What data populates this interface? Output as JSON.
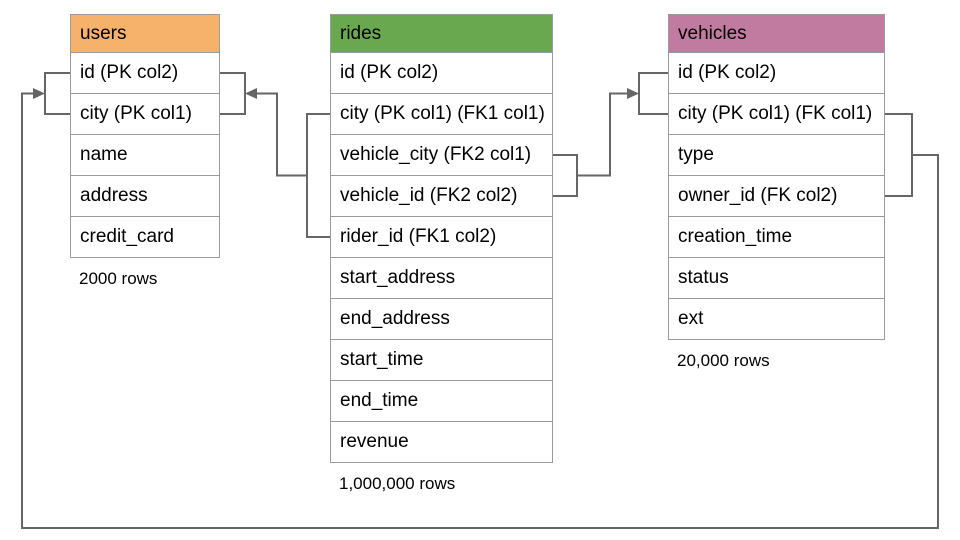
{
  "diagram": {
    "tables": {
      "users": {
        "title": "users",
        "columns": [
          "id (PK col2)",
          "city (PK col1)",
          "name",
          "address",
          "credit_card"
        ],
        "row_count_label": "2000 rows"
      },
      "rides": {
        "title": "rides",
        "columns": [
          "id (PK col2)",
          "city (PK col1) (FK1 col1)",
          "vehicle_city (FK2 col1)",
          "vehicle_id (FK2 col2)",
          "rider_id (FK1 col2)",
          "start_address",
          "end_address",
          "start_time",
          "end_time",
          "revenue"
        ],
        "row_count_label": "1,000,000 rows"
      },
      "vehicles": {
        "title": "vehicles",
        "columns": [
          "id (PK col2)",
          "city (PK col1) (FK col1)",
          "type",
          "owner_id (FK col2)",
          "creation_time",
          "status",
          "ext"
        ],
        "row_count_label": "20,000 rows"
      }
    },
    "relationships": [
      {
        "id": "rides-to-users",
        "from_table": "rides",
        "from_columns": [
          "city (PK col1) (FK1 col1)",
          "rider_id (FK1 col2)"
        ],
        "to_table": "users",
        "to_columns": [
          "id (PK col2)",
          "city (PK col1)"
        ]
      },
      {
        "id": "rides-to-vehicles",
        "from_table": "rides",
        "from_columns": [
          "vehicle_city (FK2 col1)",
          "vehicle_id (FK2 col2)"
        ],
        "to_table": "vehicles",
        "to_columns": [
          "id (PK col2)",
          "city (PK col1) (FK col1)"
        ]
      },
      {
        "id": "vehicles-to-users",
        "from_table": "vehicles",
        "from_columns": [
          "city (PK col1) (FK col1)",
          "owner_id (FK col2)"
        ],
        "to_table": "users",
        "to_columns": [
          "id (PK col2)",
          "city (PK col1)"
        ]
      }
    ],
    "colors": {
      "users_header": "#f6b26b",
      "rides_header": "#6aa84f",
      "vehicles_header": "#c27ba0",
      "connector_line": "#666666",
      "table_border": "#9a9a9a",
      "text": "#000000",
      "background": "#ffffff"
    }
  }
}
